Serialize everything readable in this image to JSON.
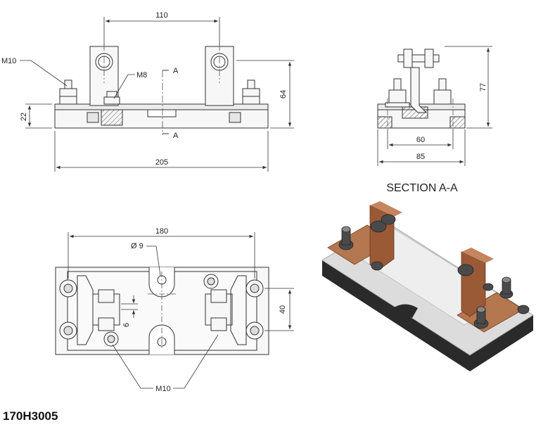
{
  "part_number": "170H3005",
  "section_title": "SECTION A-A",
  "dimensions": {
    "front_top_span": "110",
    "front_overall": "205",
    "front_height": "64",
    "front_base_height": "22",
    "front_thread_left": "M10",
    "front_thread_center": "M8",
    "section_marker": "A",
    "side_total_height": "77",
    "side_inner": "60",
    "side_outer": "85",
    "plan_span": "180",
    "plan_hole_dia": "Ø 9",
    "plan_width": "40",
    "plan_offset": "6",
    "plan_thread": "M10"
  },
  "colors": {
    "line": "#333333",
    "part_fill": "#f7f7f7",
    "hatch": "#555555",
    "copper": "#b5774f",
    "copper_dark": "#7a4327",
    "base_dark": "#2a2a2a",
    "base_light": "#dcdcdc",
    "nut": "#4a4a4a"
  }
}
